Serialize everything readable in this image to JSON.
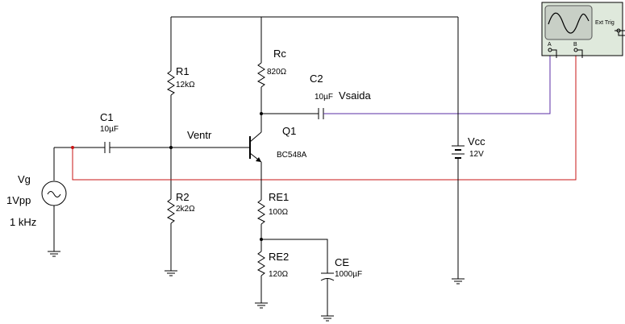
{
  "components": {
    "r1": {
      "ref": "R1",
      "value": "12kΩ"
    },
    "r2": {
      "ref": "R2",
      "value": "2k2Ω"
    },
    "rc": {
      "ref": "Rc",
      "value": "820Ω"
    },
    "re1": {
      "ref": "RE1",
      "value": "100Ω"
    },
    "re2": {
      "ref": "RE2",
      "value": "120Ω"
    },
    "c1": {
      "ref": "C1",
      "value": "10µF"
    },
    "c2": {
      "ref": "C2",
      "value": "10µF"
    },
    "ce": {
      "ref": "CE",
      "value": "1000µF"
    },
    "q1": {
      "ref": "Q1",
      "model": "BC548A"
    },
    "vcc": {
      "ref": "Vcc",
      "value": "12V"
    },
    "vg": {
      "ref": "Vg",
      "amplitude": "1Vpp",
      "frequency": "1 kHz"
    }
  },
  "nets": {
    "ventr": "Ventr",
    "vsaida": "Vsaida"
  },
  "scope": {
    "ext_trig": "Ext Trig",
    "channel_a": "A",
    "channel_b": "B"
  },
  "colors": {
    "wire": "#000000",
    "probe_a": "#5a2ea6",
    "probe_b": "#c81414",
    "scope_body": "#dfe9dc"
  }
}
